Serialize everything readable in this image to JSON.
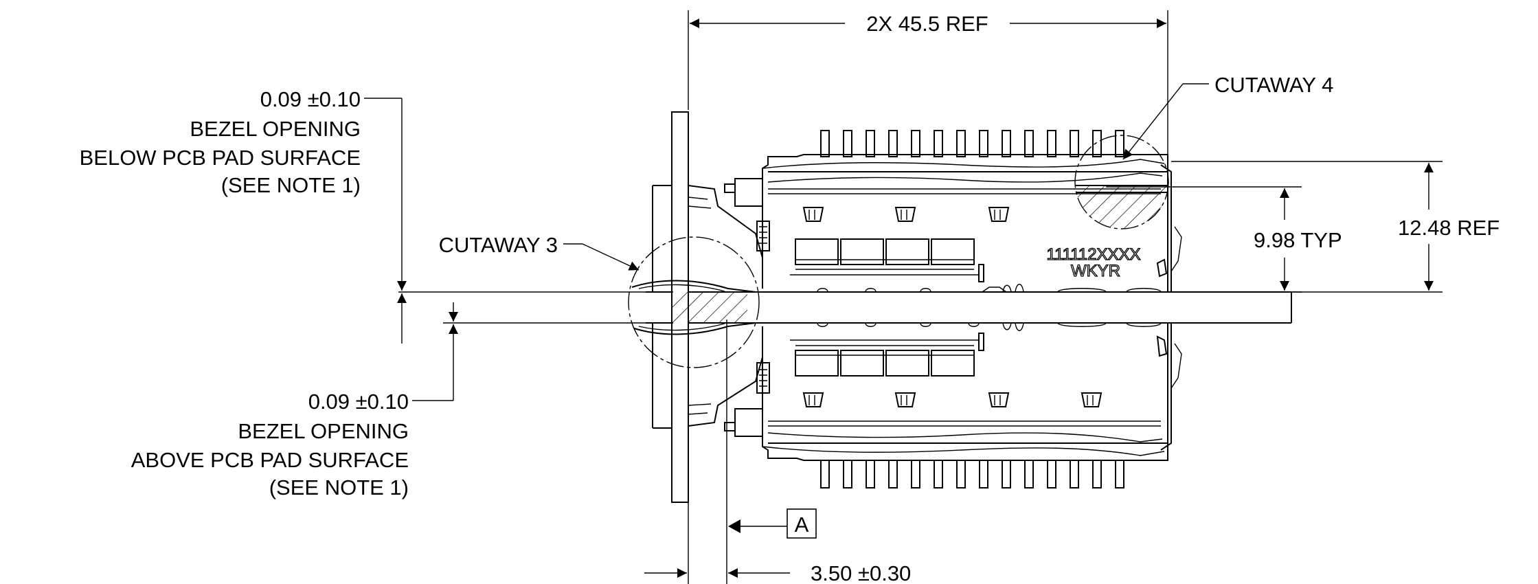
{
  "dimensions": {
    "top_ref": "2X 45.5 REF",
    "typ": "9.98 TYP",
    "height_ref": "12.48 REF",
    "offset": "3.50 ±0.30"
  },
  "notes": {
    "upper": [
      "0.09 ±0.10",
      "BEZEL OPENING",
      "BELOW PCB PAD SURFACE",
      "(SEE NOTE 1)"
    ],
    "lower": [
      "0.09 ±0.10",
      "BEZEL OPENING",
      "ABOVE PCB PAD SURFACE",
      "(SEE NOTE 1)"
    ]
  },
  "callouts": {
    "cutaway_3": "CUTAWAY 3",
    "cutaway_4": "CUTAWAY 4"
  },
  "datum": "A",
  "marking": {
    "part_number": "111112XXXX",
    "code": "WKYR"
  },
  "colors": {
    "line": "#000000",
    "background": "#ffffff"
  }
}
